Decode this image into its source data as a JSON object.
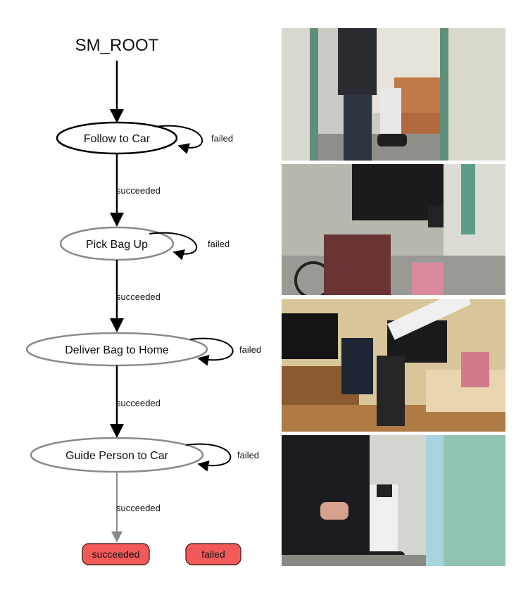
{
  "diagram": {
    "root_label": "SM_ROOT",
    "states": [
      {
        "id": "follow",
        "label": "Follow to Car",
        "active": true
      },
      {
        "id": "pick",
        "label": "Pick Bag Up",
        "active": false
      },
      {
        "id": "deliver",
        "label": "Deliver Bag to Home",
        "active": false
      },
      {
        "id": "guide",
        "label": "Guide Person to Car",
        "active": false
      }
    ],
    "transitions": [
      {
        "from": "follow",
        "to": "follow",
        "label": "failed"
      },
      {
        "from": "follow",
        "to": "pick",
        "label": "succeeded"
      },
      {
        "from": "pick",
        "to": "pick",
        "label": "failed"
      },
      {
        "from": "pick",
        "to": "deliver",
        "label": "succeeded"
      },
      {
        "from": "deliver",
        "to": "deliver",
        "label": "failed"
      },
      {
        "from": "deliver",
        "to": "guide",
        "label": "succeeded"
      },
      {
        "from": "guide",
        "to": "guide",
        "label": "failed"
      },
      {
        "from": "guide",
        "to": "succeeded",
        "label": "succeeded"
      }
    ],
    "outcomes": [
      {
        "id": "succeeded",
        "label": "succeeded"
      },
      {
        "id": "failed",
        "label": "failed"
      }
    ]
  },
  "colors": {
    "outcome_fill": "#f25a5a",
    "active_stroke": "#000000",
    "inactive_stroke": "#8a8a8a"
  }
}
